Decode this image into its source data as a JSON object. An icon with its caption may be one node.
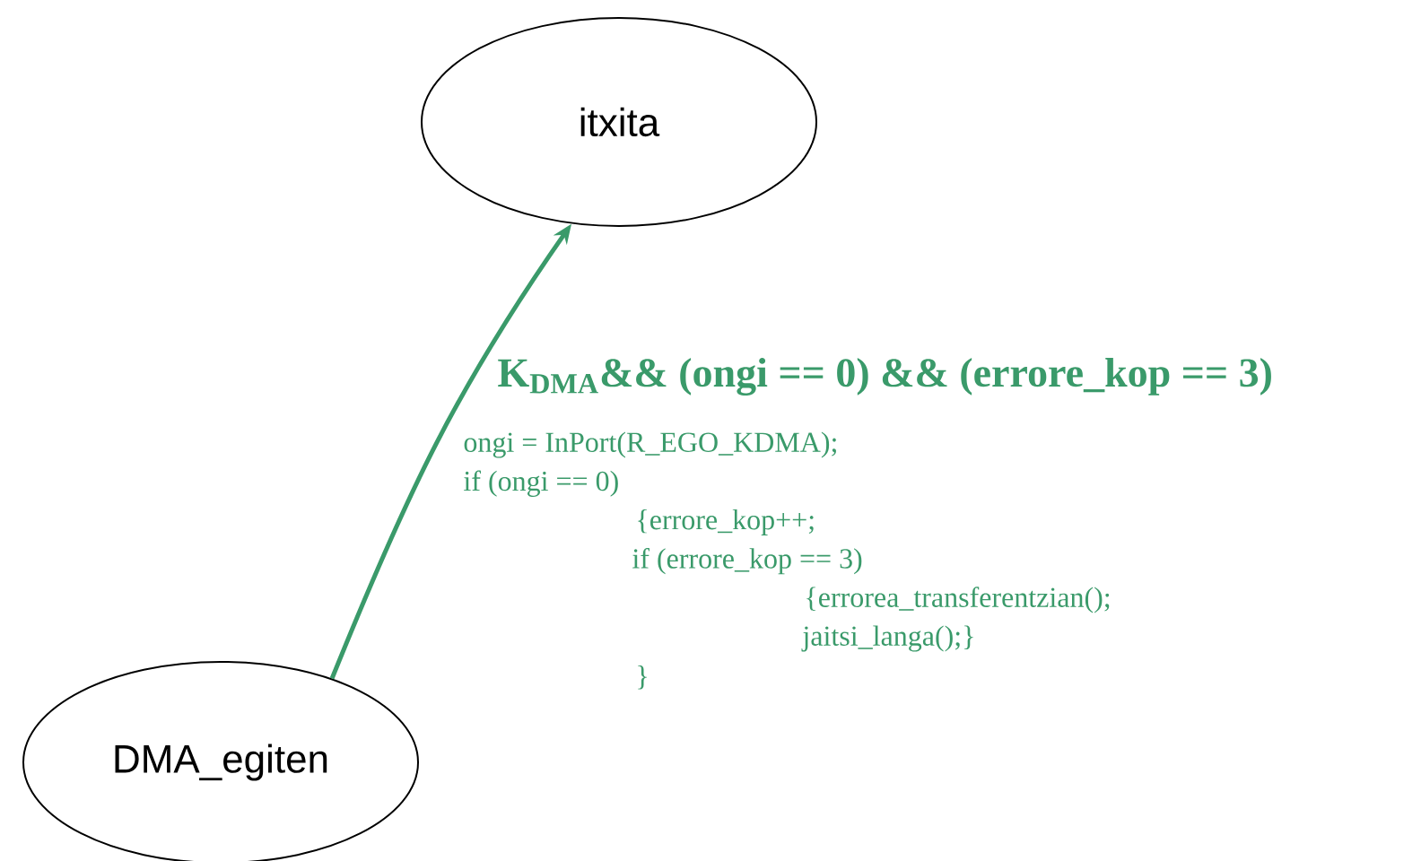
{
  "diagram": {
    "nodes": [
      {
        "text": [
          "itxita"
        ]
      },
      {
        "text": [
          "DMA_egiten"
        ]
      }
    ],
    "edges": [
      {
        "from": 1,
        "to": 0,
        "arrow": "to",
        "label": "K$_{DMA}$&& (ongi == 0) && (errore_kop == 3)",
        "color": "#3a9a6a"
      }
    ],
    "labels": [
      "ongi = InPort(R_EGO_KDMA);",
      "if (ongi == 0)",
      "{errore_kop++;",
      "if (errore_kop == 3)",
      "{errorea_transferentzian();",
      "jaitsi_langa();}",
      "}"
    ]
  }
}
